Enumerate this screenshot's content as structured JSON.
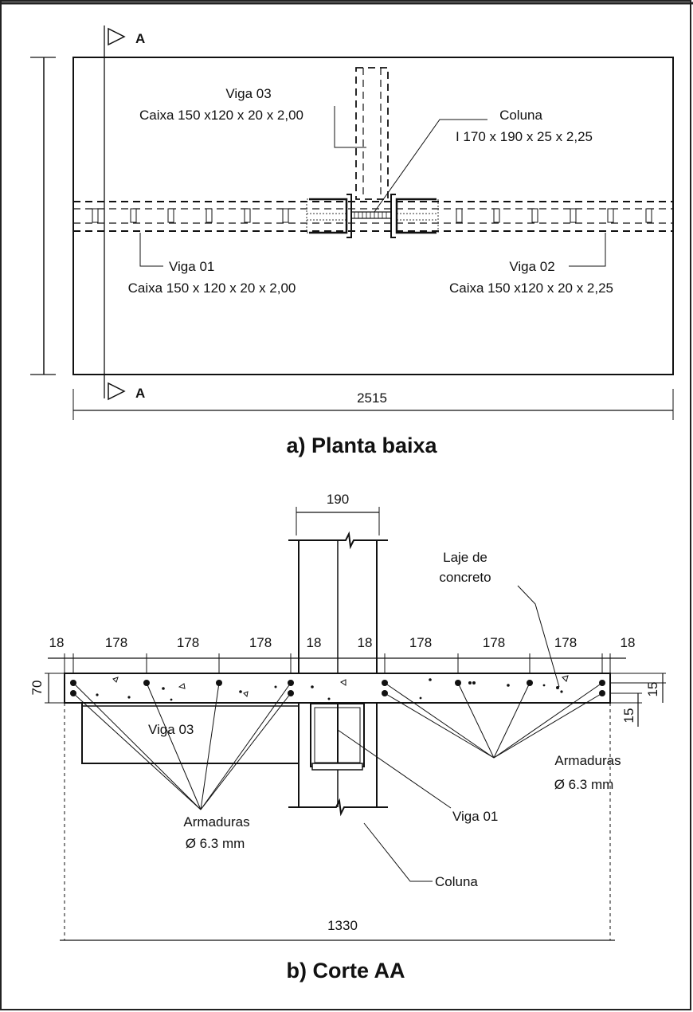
{
  "plan": {
    "section_mark": "A",
    "viga03_name": "Viga 03",
    "viga03_spec": "Caixa 150 x120 x 20 x 2,00",
    "coluna_name": "Coluna",
    "coluna_spec": "I 170 x 190 x 25 x 2,25",
    "viga01_name": "Viga 01",
    "viga01_spec": "Caixa 150 x 120 x 20 x 2,00",
    "viga02_name": "Viga 02",
    "viga02_spec": "Caixa 150 x120 x 20 x 2,25",
    "width_dim": "2515",
    "caption": "a) Planta baixa"
  },
  "section": {
    "column_width_dim": "190",
    "slab_label_1": "Laje de",
    "slab_label_2": "concreto",
    "spacing_dims": [
      "18",
      "178",
      "178",
      "178",
      "18",
      "18",
      "178",
      "178",
      "178",
      "18"
    ],
    "slab_thickness_dim": "70",
    "cover_dim_right": "15",
    "cover_dim_right_lower": "15",
    "viga03_label": "Viga 03",
    "rebar_left_1": "Armaduras",
    "rebar_left_2": "Ø 6.3 mm",
    "rebar_right_1": "Armaduras",
    "rebar_right_2": "Ø 6.3 mm",
    "viga01_label": "Viga 01",
    "coluna_label": "Coluna",
    "total_dim": "1330",
    "caption": "b) Corte AA"
  }
}
